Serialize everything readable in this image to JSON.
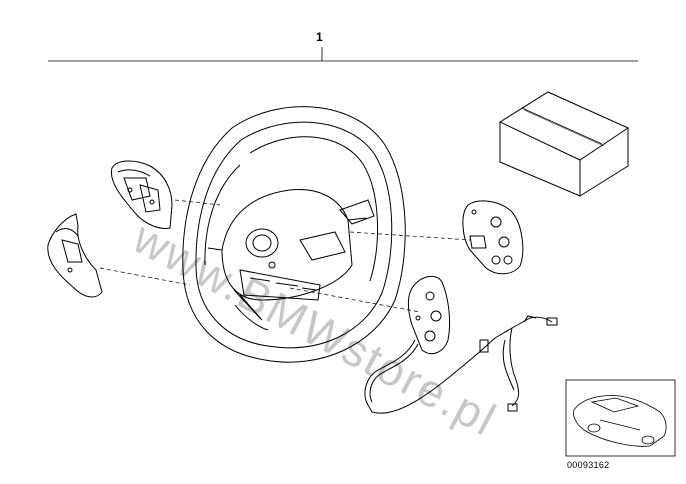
{
  "diagram": {
    "callout_number": "1",
    "part_number": "00093162",
    "watermark": "www.BMWstore.pl"
  },
  "colors": {
    "line": "#000000",
    "background": "#ffffff",
    "watermark": "#9a9a9a"
  },
  "parts": [
    {
      "name": "steering-wheel"
    },
    {
      "name": "right-switch-module"
    },
    {
      "name": "right-lower-switch-module"
    },
    {
      "name": "left-paddle-upper"
    },
    {
      "name": "left-paddle-lower"
    },
    {
      "name": "wiring-harness"
    },
    {
      "name": "box-package"
    },
    {
      "name": "vehicle-thumbnail"
    }
  ]
}
